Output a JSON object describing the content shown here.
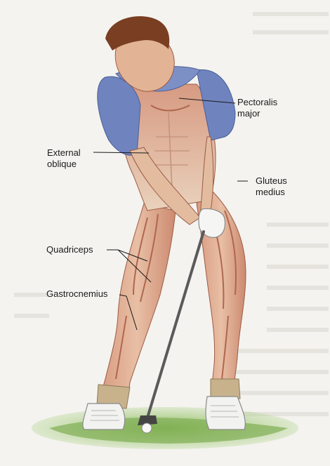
{
  "figure": {
    "labels": {
      "pectoralis_major": [
        "Pectoralis",
        "major"
      ],
      "external_oblique": [
        "External",
        "oblique"
      ],
      "gluteus_medius": [
        "Gluteus",
        "medius"
      ],
      "quadriceps": "Quadriceps",
      "gastrocnemius": "Gastrocnemius"
    },
    "colors": {
      "background_page": "#f4f3ef",
      "shirt": "#6f84bf",
      "skin": "#e6c3a6",
      "muscle": "#c9826a",
      "hair": "#7a3e22",
      "grass": "#7fae52",
      "leader_line": "#1a1a1a"
    },
    "icons": [
      "golf-club-icon",
      "golf-ball-icon",
      "golf-shoe-icon",
      "golf-glove-icon"
    ]
  }
}
